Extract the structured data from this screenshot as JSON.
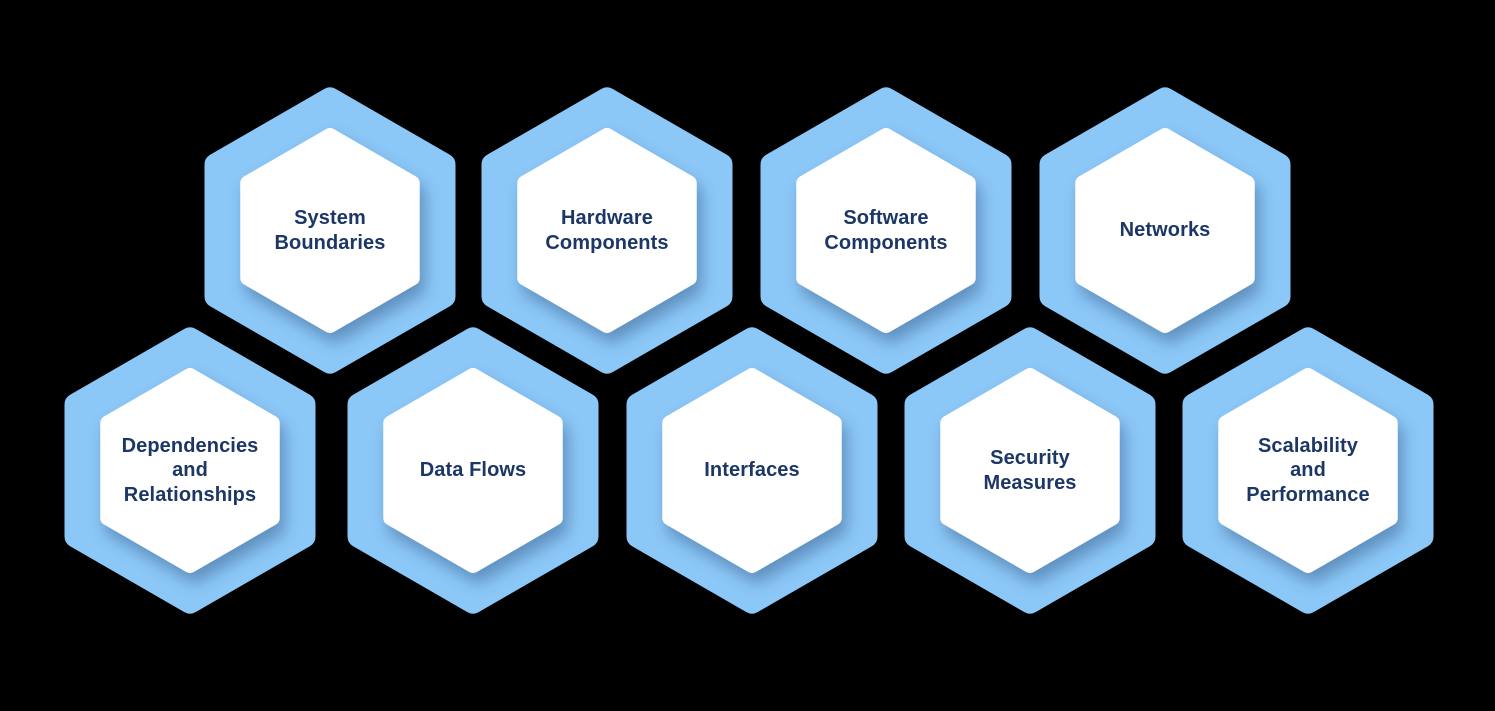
{
  "diagram": {
    "type": "hexagon-honeycomb",
    "background_color": "#000000",
    "hex_border_color": "#8bc7f7",
    "hex_fill_color": "#ffffff",
    "label_color": "#1c3766",
    "rows": [
      4,
      5
    ],
    "items": [
      {
        "label": "System\nBoundaries"
      },
      {
        "label": "Hardware\nComponents"
      },
      {
        "label": "Software\nComponents"
      },
      {
        "label": "Networks"
      },
      {
        "label": "Dependencies\nand\nRelationships"
      },
      {
        "label": "Data Flows"
      },
      {
        "label": "Interfaces"
      },
      {
        "label": "Security\nMeasures"
      },
      {
        "label": "Scalability\nand\nPerformance"
      }
    ]
  }
}
